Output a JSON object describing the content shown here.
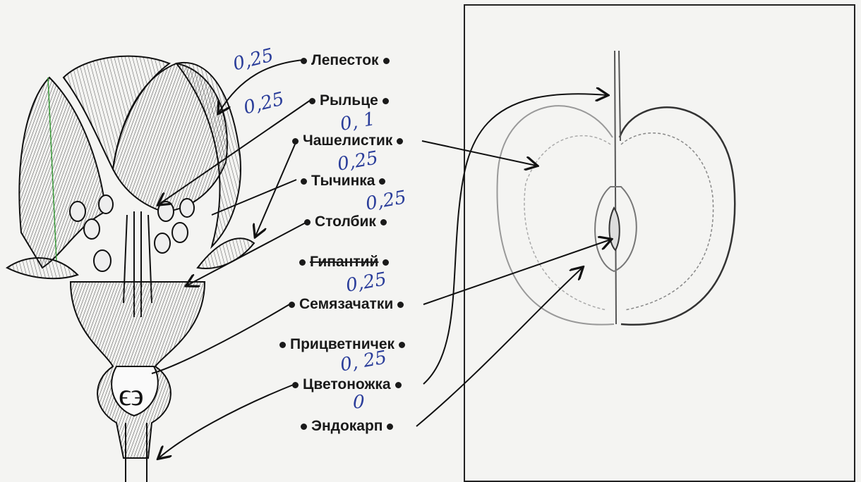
{
  "labels": [
    {
      "id": "lepestok",
      "text": "Лепесток"
    },
    {
      "id": "rylce",
      "text": "Рыльце"
    },
    {
      "id": "chashelistik",
      "text": "Чашелистик"
    },
    {
      "id": "tychinka",
      "text": "Тычинка"
    },
    {
      "id": "stolbik",
      "text": "Столбик"
    },
    {
      "id": "gipantiy",
      "text": "Гипантий",
      "struck": true
    },
    {
      "id": "semyazachatki",
      "text": "Семязачатки"
    },
    {
      "id": "pricvetnichek",
      "text": "Прицветничек"
    },
    {
      "id": "cvetonozhka",
      "text": "Цветоножка"
    },
    {
      "id": "endokarp",
      "text": "Эндокарп"
    }
  ],
  "scores": [
    {
      "id": "s1",
      "text": "0,25"
    },
    {
      "id": "s2",
      "text": "0,25"
    },
    {
      "id": "s3",
      "text": "0, 1"
    },
    {
      "id": "s4",
      "text": "0,25"
    },
    {
      "id": "s5",
      "text": "0,25"
    },
    {
      "id": "s6",
      "text": "0,25"
    },
    {
      "id": "s7",
      "text": "0, 25"
    },
    {
      "id": "s8",
      "text": "0"
    }
  ],
  "colors": {
    "ink": "#2a3d9a",
    "line": "#1a1a1a",
    "paper": "#f4f4f2"
  }
}
